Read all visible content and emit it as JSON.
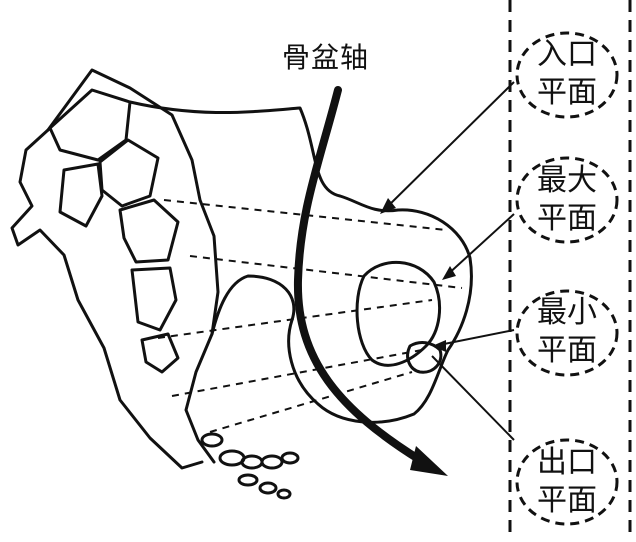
{
  "diagram": {
    "axis_label": "骨盆轴",
    "planes": [
      {
        "line1": "入口",
        "line2": "平面"
      },
      {
        "line1": "最大",
        "line2": "平面"
      },
      {
        "line1": "最小",
        "line2": "平面"
      },
      {
        "line1": "出口",
        "line2": "平面"
      }
    ]
  }
}
